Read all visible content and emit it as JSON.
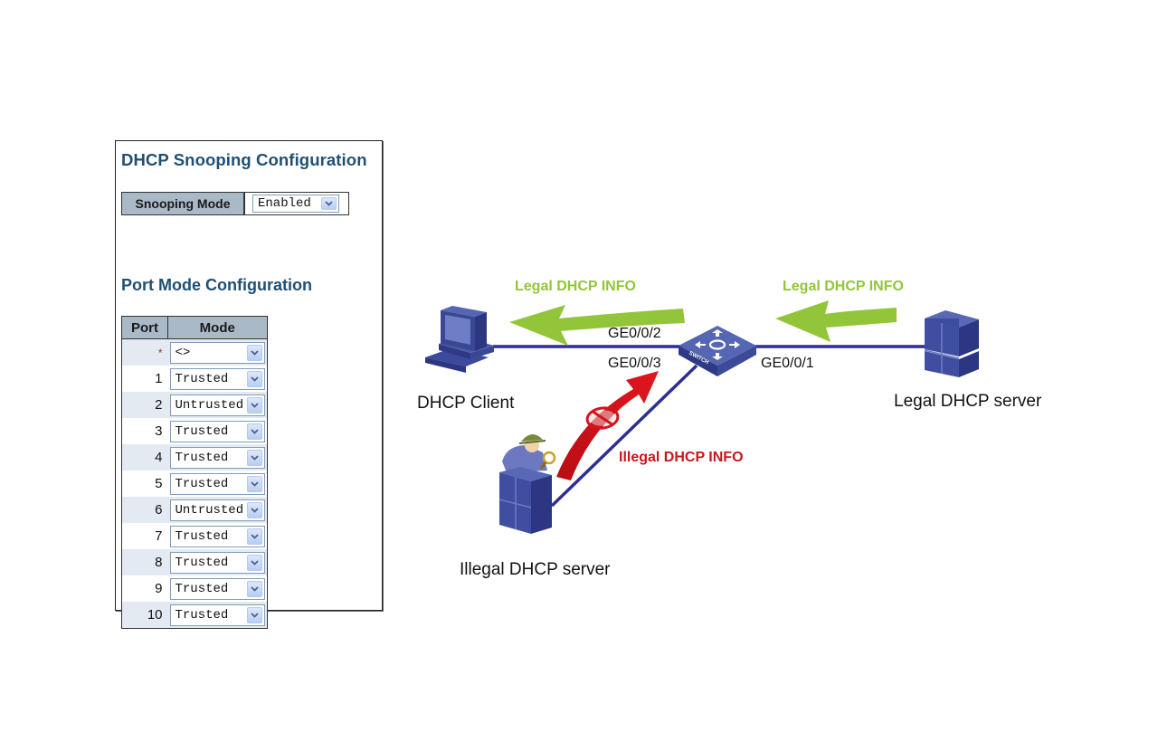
{
  "config_panel": {
    "title": "DHCP Snooping Configuration",
    "snooping_mode": {
      "label": "Snooping Mode",
      "value": "Enabled",
      "icon": "chevron-down-icon"
    },
    "port_section_title": "Port Mode Configuration",
    "table": {
      "headers": [
        "Port",
        "Mode"
      ],
      "rows": [
        {
          "port": "*",
          "mode": "<>"
        },
        {
          "port": "1",
          "mode": "Trusted"
        },
        {
          "port": "2",
          "mode": "Untrusted"
        },
        {
          "port": "3",
          "mode": "Trusted"
        },
        {
          "port": "4",
          "mode": "Trusted"
        },
        {
          "port": "5",
          "mode": "Trusted"
        },
        {
          "port": "6",
          "mode": "Untrusted"
        },
        {
          "port": "7",
          "mode": "Trusted"
        },
        {
          "port": "8",
          "mode": "Trusted"
        },
        {
          "port": "9",
          "mode": "Trusted"
        },
        {
          "port": "10",
          "mode": "Trusted"
        }
      ]
    }
  },
  "diagram": {
    "nodes": {
      "client": {
        "label": "DHCP Client",
        "icon": "computer-icon"
      },
      "switch": {
        "label": "SWITCH",
        "icon": "switch-icon"
      },
      "legal_server": {
        "label": "Legal DHCP server",
        "icon": "server-icon"
      },
      "illegal_server": {
        "label": "Illegal DHCP server",
        "icon": "spy-server-icon"
      }
    },
    "ports": {
      "client_link": "GE0/0/2",
      "illegal_link": "GE0/0/3",
      "legal_link": "GE0/0/1"
    },
    "flows": {
      "legal_to_switch": "Legal DHCP INFO",
      "switch_to_client": "Legal DHCP INFO",
      "illegal": "Illegal DHCP INFO"
    },
    "blocked_icon": "prohibited-icon",
    "colors": {
      "link": "#2e2f8f",
      "legal_arrow": "#93c53a",
      "illegal_arrow": "#d4141c",
      "device": "#3f4e9e",
      "title": "#1f4f74",
      "header_bg": "#a9b9c7"
    }
  }
}
